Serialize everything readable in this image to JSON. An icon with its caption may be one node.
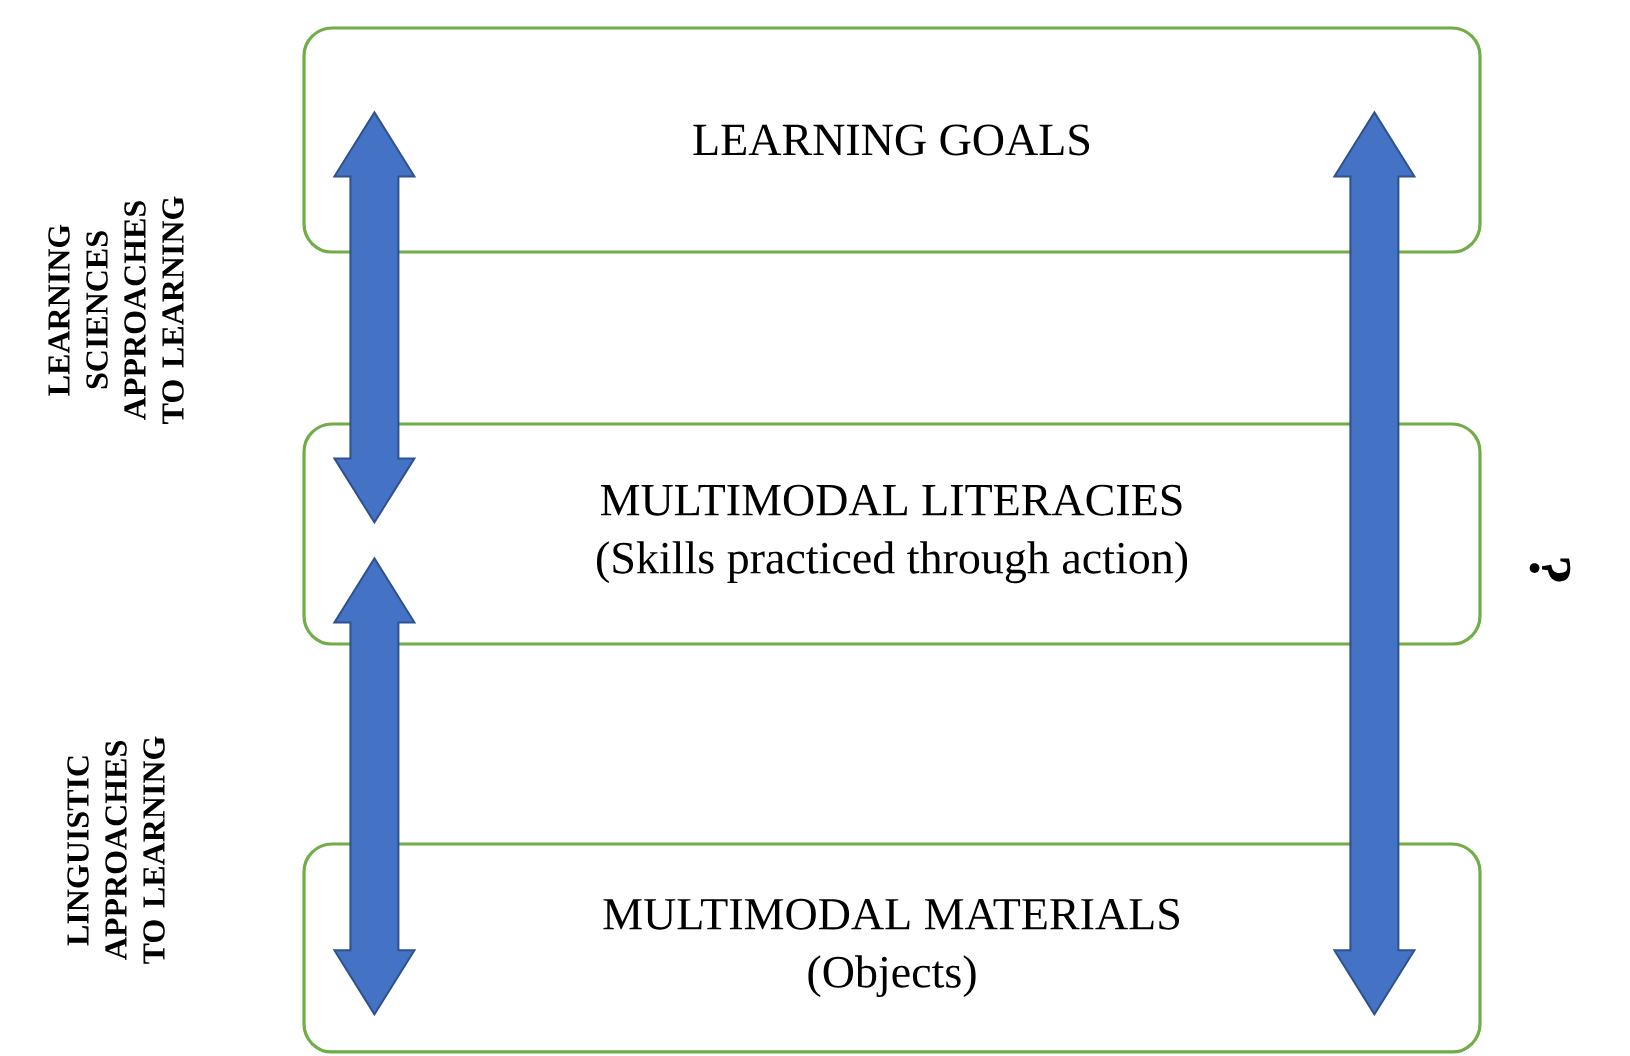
{
  "diagram": {
    "nodes": [
      {
        "text": [
          "LEARNING GOALS"
        ]
      },
      {
        "text": [
          "MULTIMODAL LITERACIES",
          "(Skills practiced through action)"
        ]
      },
      {
        "text": [
          "MULTIMODAL MATERIALS",
          "(Objects)"
        ]
      }
    ],
    "edges": [
      {
        "from": 0,
        "to": 1,
        "arrow": "both"
      },
      {
        "from": 1,
        "to": 2,
        "arrow": "both"
      },
      {
        "from": 0,
        "to": 2,
        "arrow": "both"
      }
    ],
    "labels": [
      "LEARNING SCIENCES APPROACHES TO LEARNING",
      "LINGUISTIC APPROACHES TO LEARNING",
      "?"
    ]
  }
}
